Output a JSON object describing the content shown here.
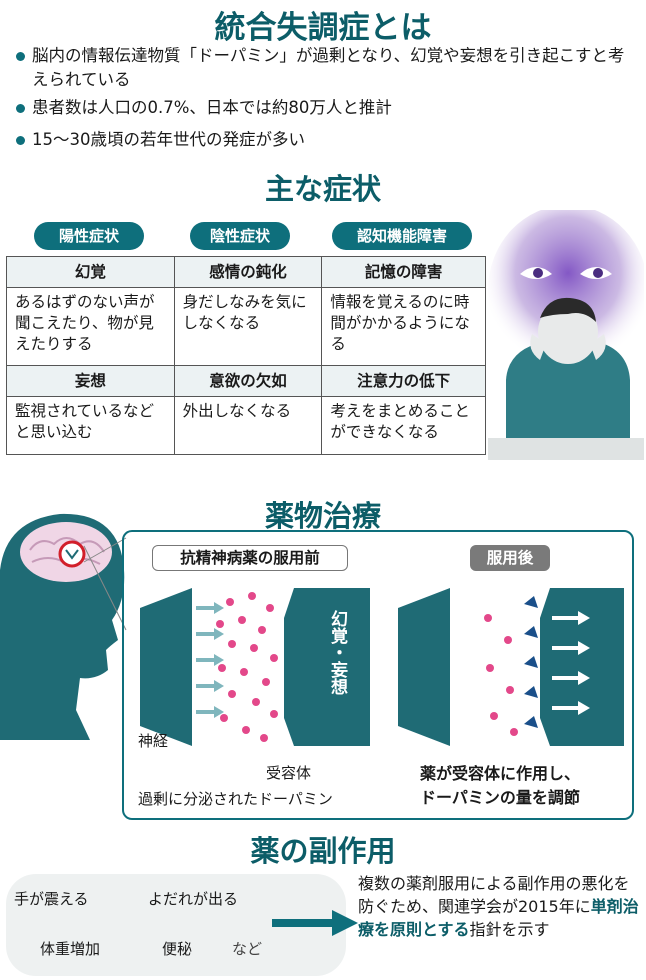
{
  "title": "統合失調症とは",
  "intro_bullets": [
    "脳内の情報伝達物質「ドーパミン」が過剰となり、幻覚や妄想を引き起こすと考えられている",
    "患者数は人口の0.7%、日本では約80万人と推計",
    "15〜30歳頃の若年世代の発症が多い"
  ],
  "symptoms": {
    "title": "主な症状",
    "categories": [
      "陽性症状",
      "陰性症状",
      "認知機能障害"
    ],
    "rows": [
      [
        {
          "head": "幻覚",
          "body": "あるはずのない声が聞こえたり、物が見えたりする"
        },
        {
          "head": "感情の鈍化",
          "body": "身だしなみを気にしなくなる"
        },
        {
          "head": "記憶の障害",
          "body": "情報を覚えるのに時間がかかるようになる"
        }
      ],
      [
        {
          "head": "妄想",
          "body": "監視されているなどと思い込む"
        },
        {
          "head": "意欲の欠如",
          "body": "外出しなくなる"
        },
        {
          "head": "注意力の低下",
          "body": "考えをまとめることができなくなる"
        }
      ]
    ]
  },
  "treatment": {
    "title": "薬物治療",
    "before_label": "抗精神病薬の服用前",
    "after_label": "服用後",
    "signal_text": "幻覚・妄想",
    "nerve_label": "神経",
    "receptor_label": "受容体",
    "dopamine_label": "過剰に分泌されたドーパミン",
    "drug_note_line1": "薬が受容体に作用し、",
    "drug_note_line2": "ドーパミンの量を調節"
  },
  "side_effects": {
    "title": "薬の副作用",
    "items": [
      "手が震える",
      "よだれが出る",
      "体重増加",
      "便秘"
    ],
    "etc": "など",
    "note_pre": "複数の薬剤服用による副作用の悪化を防ぐため、関連学会が2015年に",
    "note_bold": "単剤治療を原則とする",
    "note_post": "指針を示す"
  },
  "colors": {
    "teal": "#0e6f7c",
    "dark_teal": "#0c5d68",
    "pink": "#e3488a",
    "purple": "#a98bd1"
  }
}
